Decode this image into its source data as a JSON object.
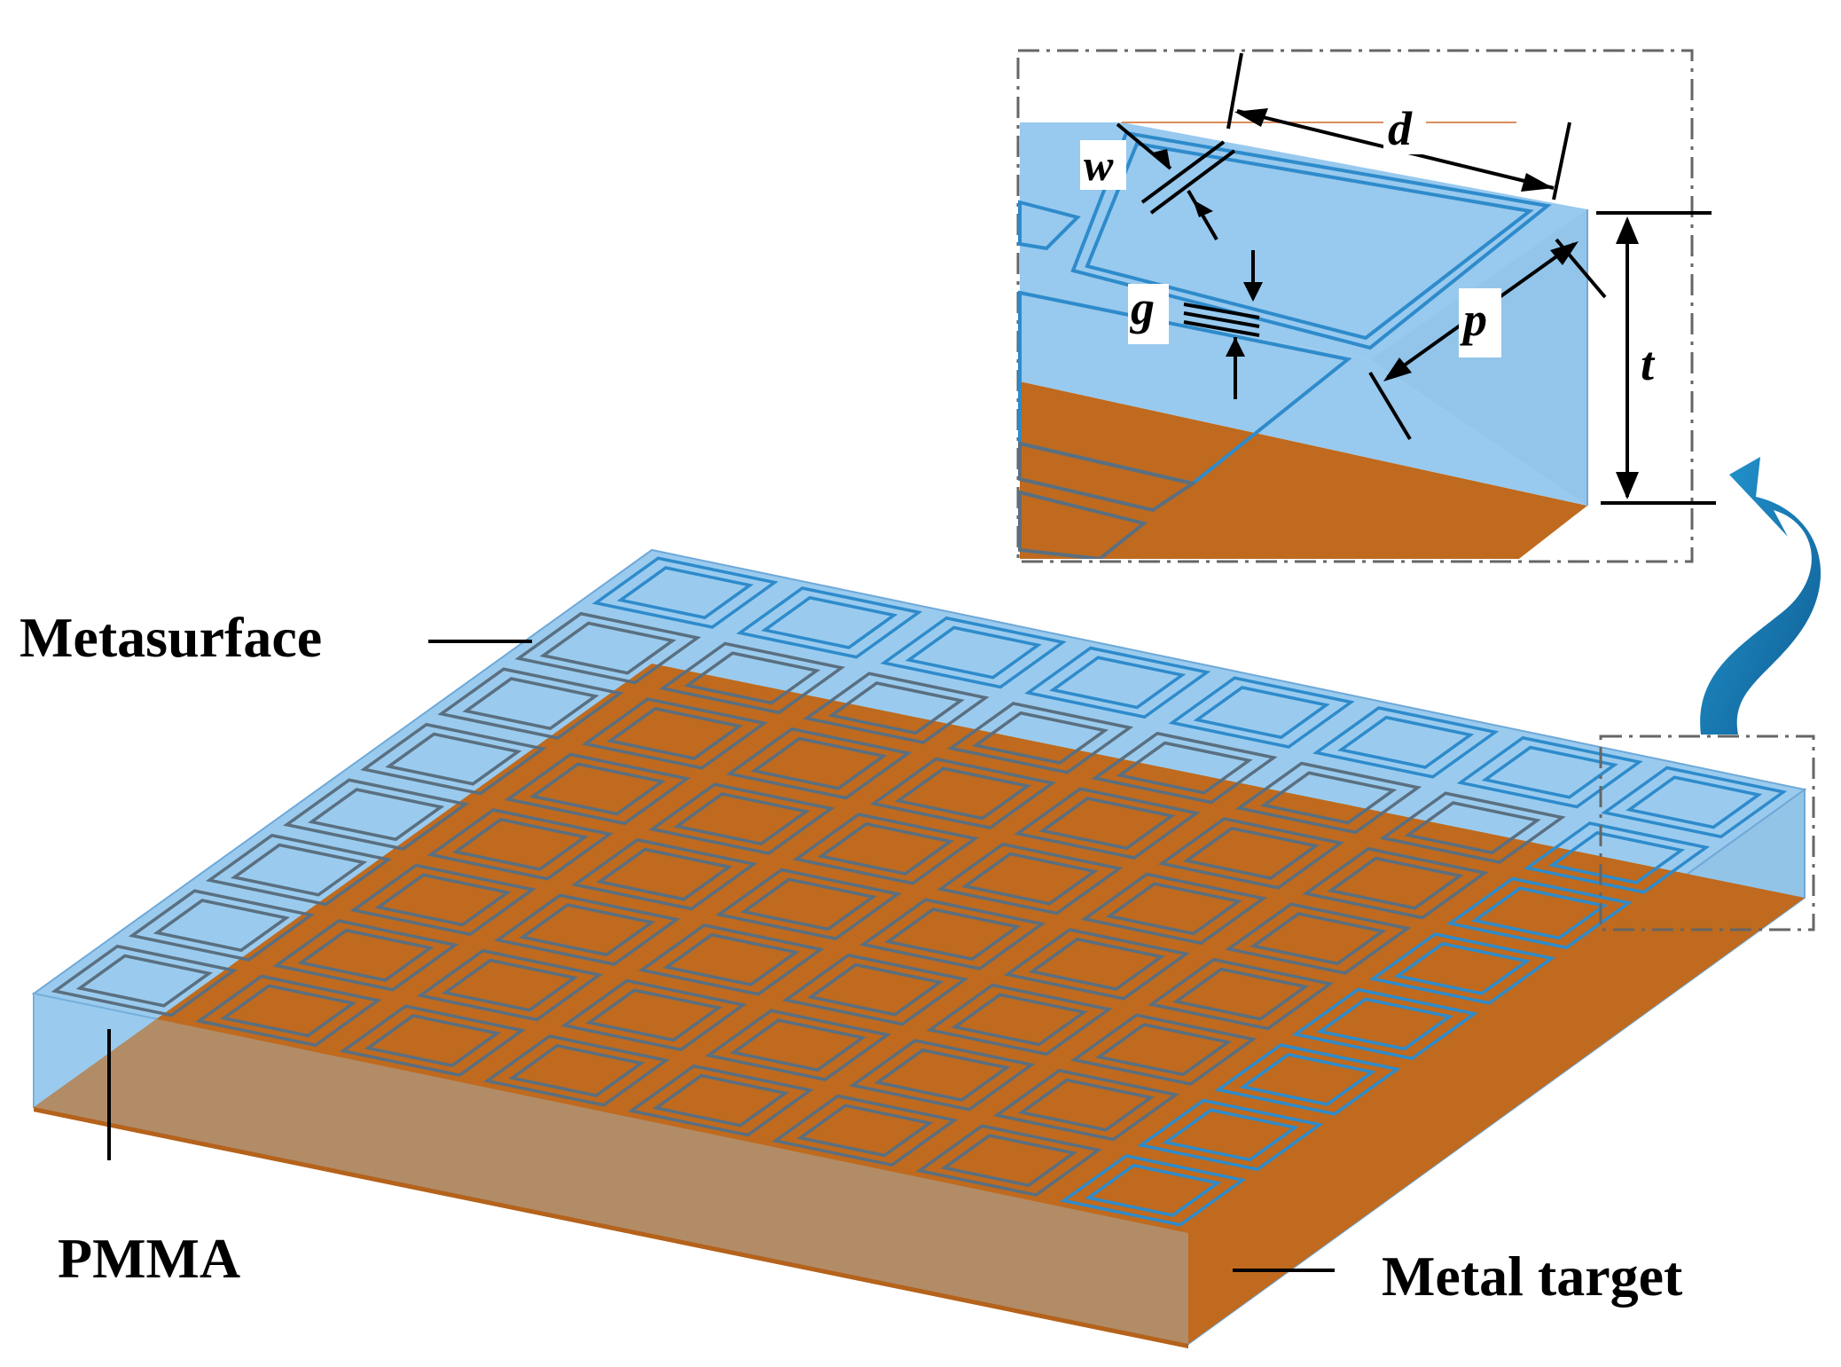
{
  "labels": {
    "metasurface": "Metasurface",
    "pmma": "PMMA",
    "metal_target": "Metal target"
  },
  "dimensions": {
    "w": "w",
    "d": "d",
    "g": "g",
    "p": "p",
    "t": "t"
  },
  "colors": {
    "metal": "#BF6A1E",
    "metal_side": "#B5621B",
    "pmma": "#9ACBEE",
    "pmma_stroke": "#6FA9D8",
    "cell_outline": "#2E8BCB",
    "cell_on_metal": "#5A6F80",
    "arrow": "#1C87C2",
    "frame": "#666666"
  },
  "grid": {
    "rows": 8,
    "cols": 8
  }
}
